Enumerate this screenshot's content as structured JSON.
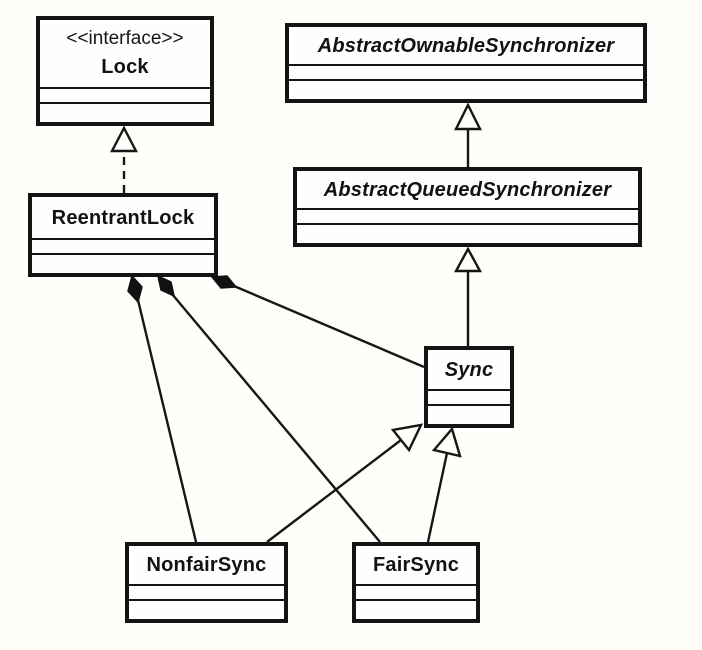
{
  "diagram": {
    "kind": "uml-class-diagram",
    "subject": "ReentrantLock class structure",
    "colors": {
      "background": "#fffefa",
      "line": "#161616",
      "box_border": "#141414",
      "box_fill": "#fffefd",
      "composition_diamond_fill": "#111111"
    },
    "classes": {
      "lock": {
        "stereotype": "<<interface>>",
        "name": "Lock",
        "abstract": false
      },
      "aos": {
        "name": "AbstractOwnableSynchronizer",
        "abstract": true
      },
      "aqs": {
        "name": "AbstractQueuedSynchronizer",
        "abstract": true
      },
      "reentrant_lock": {
        "name": "ReentrantLock",
        "abstract": false
      },
      "sync": {
        "name": "Sync",
        "abstract": true
      },
      "nonfair_sync": {
        "name": "NonfairSync",
        "abstract": false
      },
      "fair_sync": {
        "name": "FairSync",
        "abstract": false
      }
    },
    "relationships": [
      {
        "from": "ReentrantLock",
        "to": "Lock",
        "type": "realization",
        "line": "dashed",
        "arrow": "hollow-triangle"
      },
      {
        "from": "AbstractQueuedSynchronizer",
        "to": "AbstractOwnableSynchronizer",
        "type": "generalization",
        "line": "solid",
        "arrow": "hollow-triangle"
      },
      {
        "from": "Sync",
        "to": "AbstractQueuedSynchronizer",
        "type": "generalization",
        "line": "solid",
        "arrow": "hollow-triangle"
      },
      {
        "from": "NonfairSync",
        "to": "Sync",
        "type": "generalization",
        "line": "solid",
        "arrow": "hollow-triangle"
      },
      {
        "from": "FairSync",
        "to": "Sync",
        "type": "generalization",
        "line": "solid",
        "arrow": "hollow-triangle"
      },
      {
        "from": "ReentrantLock",
        "to": "NonfairSync",
        "type": "composition",
        "line": "solid",
        "arrow": "filled-diamond-at-ReentrantLock"
      },
      {
        "from": "ReentrantLock",
        "to": "FairSync",
        "type": "composition",
        "line": "solid",
        "arrow": "filled-diamond-at-ReentrantLock"
      },
      {
        "from": "ReentrantLock",
        "to": "Sync",
        "type": "composition",
        "line": "solid",
        "arrow": "filled-diamond-at-ReentrantLock"
      }
    ]
  }
}
